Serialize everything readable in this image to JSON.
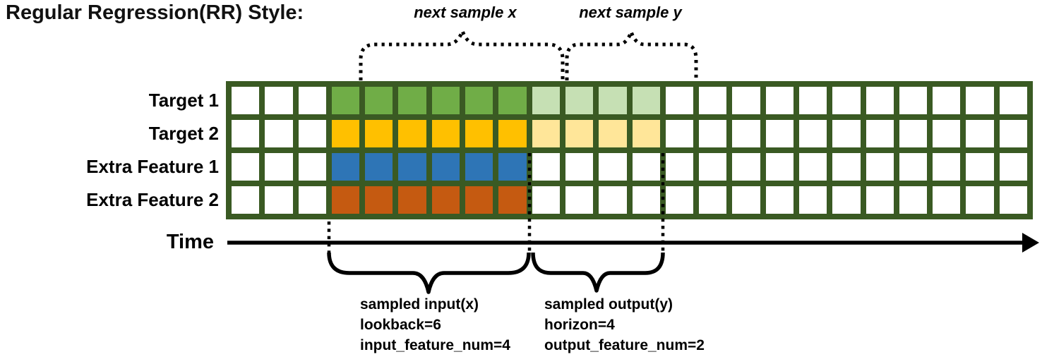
{
  "title": "Regular Regression(RR) Style:",
  "annotations": {
    "next_sample_x": "next sample x",
    "next_sample_y": "next sample y",
    "time_label": "Time",
    "input_block": [
      "sampled input(x)",
      "lookback=6",
      "input_feature_num=4"
    ],
    "output_block": [
      "sampled output(y)",
      "horizon=4",
      "output_feature_num=2"
    ]
  },
  "grid": {
    "columns": 24,
    "leading_blank_columns": 3,
    "lookback": 6,
    "horizon": 4,
    "rows": [
      {
        "label": "Target 1",
        "input_color": "#70AD47",
        "output_color": "#C6E0B4"
      },
      {
        "label": "Target 2",
        "input_color": "#FFC000",
        "output_color": "#FFE699"
      },
      {
        "label": "Extra Feature 1",
        "input_color": "#2E75B6",
        "output_color": null
      },
      {
        "label": "Extra Feature 2",
        "input_color": "#C55A11",
        "output_color": null
      }
    ]
  },
  "colors": {
    "grid_line": "#3A5A23",
    "empty_cell": "#FFFFFF",
    "annotation_ink": "#000000"
  }
}
